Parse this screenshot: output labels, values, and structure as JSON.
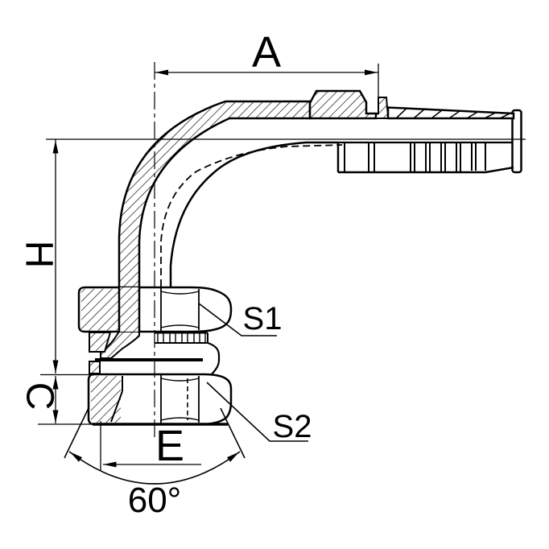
{
  "drawing": {
    "type": "technical-drawing",
    "subject": "90-degree elbow female hose fitting, half-section view",
    "colors": {
      "line": "#000000",
      "background": "#ffffff"
    },
    "labels": {
      "a": "A",
      "h": "H",
      "c": "C",
      "e": "E",
      "s1": "S1",
      "s2": "S2",
      "angle": "60°"
    }
  }
}
